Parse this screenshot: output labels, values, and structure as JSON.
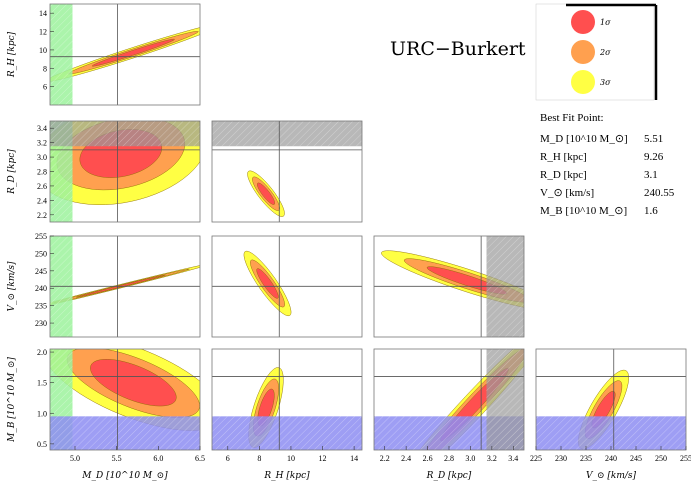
{
  "title": "URC−Burkert",
  "legend": {
    "items": [
      {
        "label": "1σ",
        "color": "#ff4f4f"
      },
      {
        "label": "2σ",
        "color": "#ffa04f"
      },
      {
        "label": "3σ",
        "color": "#ffff44"
      }
    ]
  },
  "best_fit": {
    "heading": "Best Fit Point:",
    "rows": [
      {
        "label": "M_D [10^10 M_⊙]",
        "value": "5.51"
      },
      {
        "label": "R_H [kpc]",
        "value": "9.26"
      },
      {
        "label": "R_D [kpc]",
        "value": "3.1"
      },
      {
        "label": "V_⊙ [km/s]",
        "value": "240.55"
      },
      {
        "label": "M_B [10^10 M_⊙]",
        "value": "1.6"
      }
    ]
  },
  "colors": {
    "sigma1": "#ff4f4f",
    "sigma2": "#ffa04f",
    "sigma3": "#ffff44",
    "excluded_green": "#9cf29c",
    "excluded_blue": "#8d8df2",
    "excluded_gray": "#9a9a9a"
  },
  "chart_data": {
    "type": "corner",
    "parameters": [
      {
        "key": "MD",
        "label": "M_D [10^10 M_⊙]",
        "range": [
          4.7,
          6.5
        ],
        "ticks": [
          5.0,
          5.5,
          6.0,
          6.5
        ],
        "tick_labels": [
          "5.0",
          "5.5",
          "6.0",
          "6.5"
        ],
        "best": 5.51
      },
      {
        "key": "RH",
        "label": "R_H [kpc]",
        "range": [
          5,
          14.5
        ],
        "ticks": [
          6,
          8,
          10,
          12,
          14
        ],
        "tick_labels": [
          "6",
          "8",
          "10",
          "12",
          "14"
        ],
        "best": 9.26
      },
      {
        "key": "RD",
        "label": "R_D [kpc]",
        "range": [
          2.1,
          3.5
        ],
        "ticks": [
          2.2,
          2.4,
          2.6,
          2.8,
          3.0,
          3.2,
          3.4
        ],
        "tick_labels": [
          "2.2",
          "2.4",
          "2.6",
          "2.8",
          "3.0",
          "3.2",
          "3.4"
        ],
        "best": 3.1
      },
      {
        "key": "V0",
        "label": "V_⊙ [km/s]",
        "range": [
          225,
          255
        ],
        "ticks": [
          225,
          230,
          235,
          240,
          245,
          250,
          255
        ],
        "tick_labels": [
          "225",
          "230",
          "235",
          "240",
          "245",
          "250",
          "255"
        ],
        "best": 240.55
      },
      {
        "key": "MB",
        "label": "M_B [10^10 M_⊙]",
        "range": [
          0.4,
          2.05
        ],
        "ticks": [
          0.5,
          1.0,
          1.5,
          2.0
        ],
        "tick_labels": [
          "0.5",
          "1.0",
          "1.5",
          "2.0"
        ],
        "best": 1.6
      }
    ],
    "row_params": [
      "RH",
      "RD",
      "V0",
      "MB"
    ],
    "col_params": [
      "MD",
      "RH",
      "RD",
      "V0"
    ],
    "row_tick_override": {
      "RH": {
        "range": [
          4,
          15
        ],
        "ticks": [
          6,
          8,
          10,
          12,
          14
        ],
        "tick_labels": [
          "6",
          "8",
          "10",
          "12",
          "14"
        ]
      },
      "RD": {
        "range": [
          2.1,
          3.5
        ],
        "ticks": [
          2.2,
          2.4,
          2.6,
          2.8,
          3.0,
          3.2,
          3.4
        ],
        "tick_labels": [
          "2.2",
          "2.4",
          "2.6",
          "2.8",
          "3.0",
          "3.2",
          "3.4"
        ]
      },
      "V0": {
        "range": [
          226,
          255
        ],
        "ticks": [
          230,
          235,
          240,
          245,
          250,
          255
        ],
        "tick_labels": [
          "230",
          "235",
          "240",
          "245",
          "250",
          "255"
        ]
      }
    },
    "excluded_regions": {
      "MD_below": 4.97,
      "RD_above": 3.15,
      "MB_below": 0.95
    },
    "contours": [
      {
        "row": "RH",
        "col": "MD",
        "center": [
          5.7,
          9.7
        ],
        "angle_deg": 18,
        "sigma": [
          [
            0.52,
            0.065
          ],
          [
            0.82,
            0.1
          ],
          [
            1.12,
            0.14
          ]
        ]
      },
      {
        "row": "RD",
        "col": "MD",
        "center": [
          5.55,
          3.05
        ],
        "angle_deg": 12,
        "sigma": [
          [
            0.5,
            0.08
          ],
          [
            0.78,
            0.12
          ],
          [
            1.05,
            0.17
          ]
        ]
      },
      {
        "row": "RD",
        "col": "RH",
        "center": [
          0.36,
          0.72
        ],
        "angle_deg": -52,
        "sigma": [
          [
            0.09,
            0.035
          ],
          [
            0.14,
            0.055
          ],
          [
            0.19,
            0.075
          ]
        ],
        "frac": true
      },
      {
        "row": "V0",
        "col": "MD",
        "center": [
          5.55,
          240.6
        ],
        "angle_deg": 14,
        "sigma": [
          [
            0.55,
            0.06
          ],
          [
            0.85,
            0.09
          ],
          [
            1.15,
            0.13
          ]
        ]
      },
      {
        "row": "V0",
        "col": "RH",
        "center": [
          0.37,
          0.47
        ],
        "angle_deg": -55,
        "sigma": [
          [
            0.12,
            0.04
          ],
          [
            0.19,
            0.065
          ],
          [
            0.26,
            0.09
          ]
        ],
        "frac": true
      },
      {
        "row": "V0",
        "col": "RD",
        "center": [
          0.62,
          0.44
        ],
        "angle_deg": -18,
        "sigma": [
          [
            0.28,
            0.05
          ],
          [
            0.44,
            0.08
          ],
          [
            0.6,
            0.11
          ]
        ],
        "frac": true
      },
      {
        "row": "MB",
        "col": "MD",
        "center": [
          5.7,
          1.5
        ],
        "angle_deg": -22,
        "sigma": [
          [
            0.55,
            0.07
          ],
          [
            0.85,
            0.1
          ],
          [
            1.15,
            0.14
          ]
        ]
      },
      {
        "row": "MB",
        "col": "RH",
        "center": [
          0.36,
          0.58
        ],
        "angle_deg": 72,
        "sigma": [
          [
            0.13,
            0.06
          ],
          [
            0.2,
            0.09
          ],
          [
            0.28,
            0.12
          ]
        ],
        "frac": true
      },
      {
        "row": "MB",
        "col": "RD",
        "center": [
          0.67,
          0.55
        ],
        "angle_deg": 47,
        "sigma": [
          [
            0.33,
            0.06
          ],
          [
            0.52,
            0.09
          ],
          [
            0.72,
            0.12
          ]
        ],
        "frac": true
      },
      {
        "row": "MB",
        "col": "V0",
        "center": [
          0.45,
          0.6
        ],
        "angle_deg": 60,
        "sigma": [
          [
            0.14,
            0.06
          ],
          [
            0.22,
            0.095
          ],
          [
            0.3,
            0.13
          ]
        ],
        "frac": true
      }
    ]
  }
}
